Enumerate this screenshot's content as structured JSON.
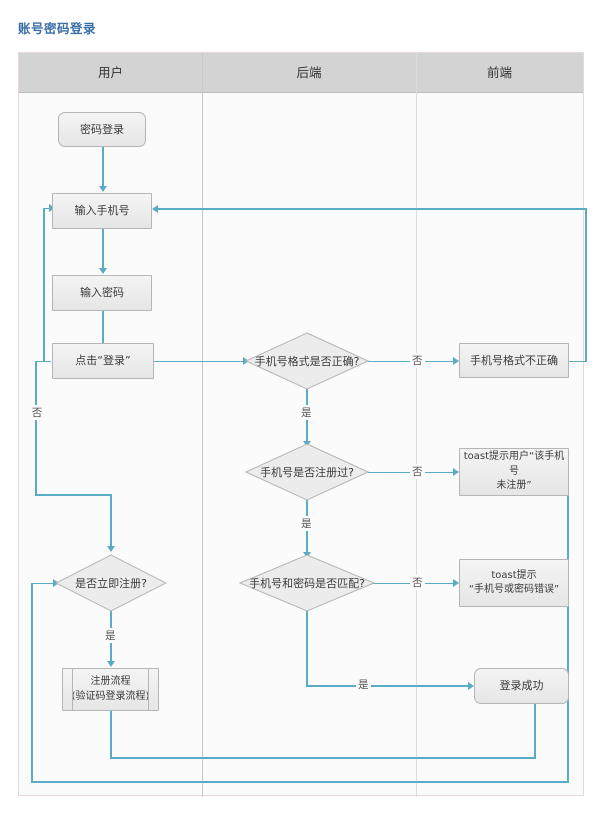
{
  "page": {
    "title": "账号密码登录",
    "title_color": "#3b6fa8",
    "connector_color": "#5aabc4",
    "node_fill": "#ececec",
    "node_border": "#b5b5b5",
    "lane_header_fill": "#d3d3d3"
  },
  "lanes": [
    {
      "label": "用户"
    },
    {
      "label": "后端"
    },
    {
      "label": "前端"
    }
  ],
  "nodes": {
    "password_login": {
      "label": "密码登录",
      "shape": "rounded-rect",
      "lane": "用户"
    },
    "input_phone": {
      "label": "输入手机号",
      "shape": "rect",
      "lane": "用户"
    },
    "input_password": {
      "label": "输入密码",
      "shape": "rect",
      "lane": "用户"
    },
    "click_login": {
      "label": "点击“登录”",
      "shape": "rect",
      "lane": "用户"
    },
    "register_now": {
      "label": "是否立即注册?",
      "shape": "diamond",
      "lane": "用户"
    },
    "register_flow": {
      "label": "注册流程\n(验证码登录流程)",
      "shape": "predefined-process",
      "lane": "用户"
    },
    "phone_format_check": {
      "label": "手机号格式是否正确?",
      "shape": "diamond",
      "lane": "后端"
    },
    "phone_registered_check": {
      "label": "手机号是否注册过?",
      "shape": "diamond",
      "lane": "后端"
    },
    "phone_password_match": {
      "label": "手机号和密码是否匹配?",
      "shape": "diamond",
      "lane": "后端"
    },
    "format_invalid": {
      "label": "手机号格式不正确",
      "shape": "rect",
      "lane": "前端"
    },
    "toast_not_registered": {
      "label": "toast提示用户“该手机号\n未注册”",
      "shape": "rect",
      "lane": "前端"
    },
    "toast_wrong_credentials": {
      "label": "toast提示\n“手机号或密码错误”",
      "shape": "rect",
      "lane": "前端"
    },
    "login_success": {
      "label": "登录成功",
      "shape": "rounded-rect",
      "lane": "前端"
    }
  },
  "edge_labels": {
    "click_login_no": "否",
    "format_yes": "是",
    "format_no": "否",
    "registered_no": "否",
    "registered_yes": "是",
    "match_no": "否",
    "match_yes": "是",
    "register_now_yes": "是"
  }
}
